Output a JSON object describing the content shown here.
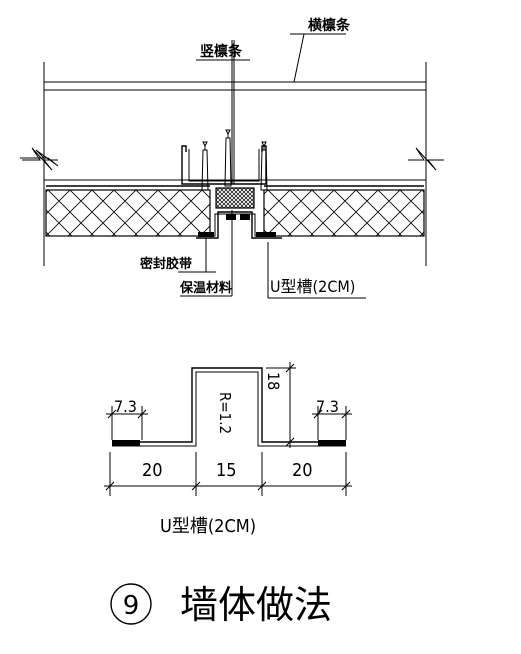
{
  "section_detail": {
    "label_horizontal_purlin": "横檩条",
    "label_vertical_purlin": "竖檩条",
    "label_sealing_tape": "密封胶带",
    "label_insulation": "保温材料",
    "label_u_channel": "U型槽(2CM)"
  },
  "u_channel_profile": {
    "dim_left_flange": "20",
    "dim_center": "15",
    "dim_right_flange": "20",
    "dim_left_lip": "7.3",
    "dim_right_lip": "7.3",
    "dim_height": "18",
    "radius_label": "R=1.2",
    "caption": "U型槽(2CM)"
  },
  "title": {
    "number": "9",
    "text": "墙体做法"
  }
}
